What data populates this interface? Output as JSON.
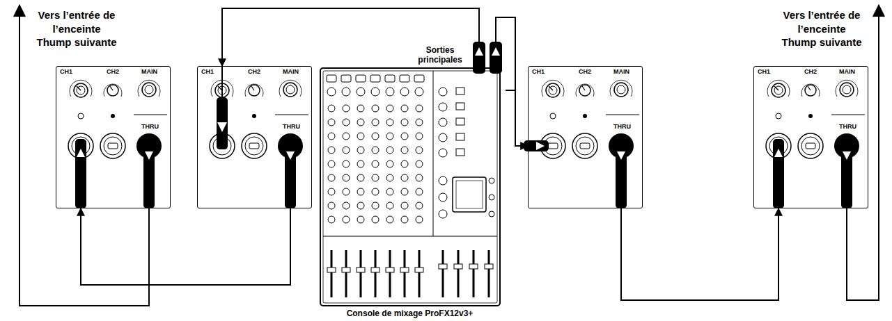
{
  "diagram": {
    "nodes": [
      {
        "text": [
          "CH1",
          "CH2",
          "MAIN",
          "THRU"
        ]
      },
      {
        "text": [
          "CH1",
          "CH2",
          "MAIN",
          "THRU"
        ]
      },
      {
        "text": [
          "Console de mixage ProFX12v3+"
        ]
      },
      {
        "text": [
          "CH1",
          "CH2",
          "MAIN",
          "THRU"
        ]
      },
      {
        "text": [
          "CH1",
          "CH2",
          "MAIN",
          "THRU"
        ]
      }
    ],
    "edges": [
      {
        "from": 2,
        "to": 1,
        "arrow": "to"
      },
      {
        "from": 1,
        "to": 0,
        "arrow": "to"
      },
      {
        "from": 2,
        "to": 3,
        "arrow": "to"
      },
      {
        "from": 3,
        "to": 4,
        "arrow": "to"
      }
    ],
    "labels": [
      "Vers l’entrée de l’enceinte Thump suivante",
      "Vers l’entrée de l’enceinte Thump suivante",
      "Sorties principales"
    ]
  }
}
